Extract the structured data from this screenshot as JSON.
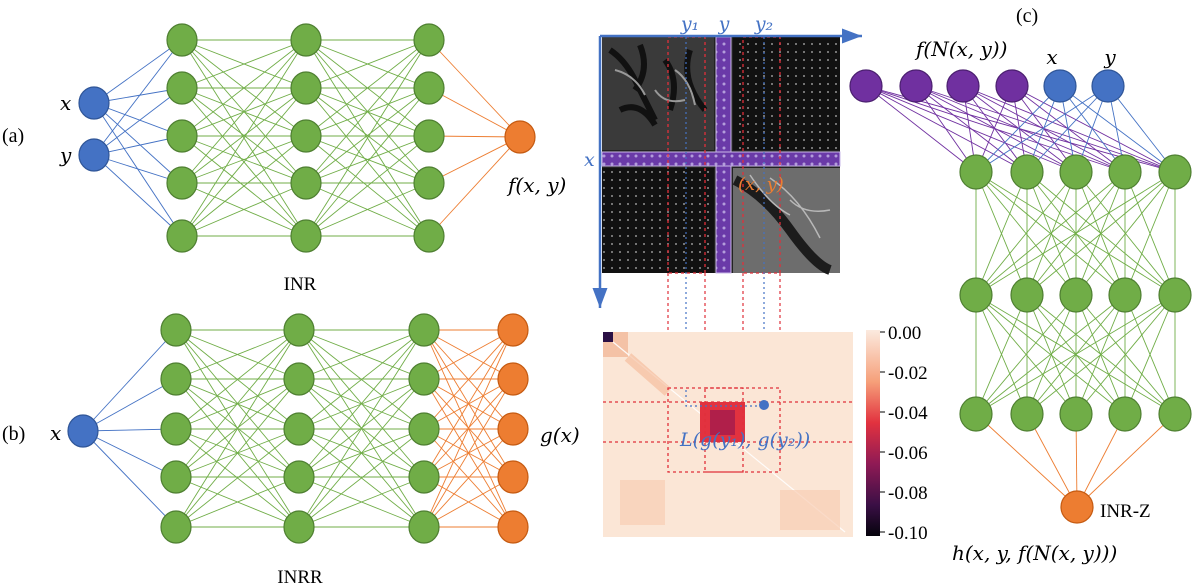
{
  "panels": {
    "a": {
      "tag": "(a)",
      "name": "INR",
      "inputs": [
        "x",
        "y"
      ],
      "output": "f(x, y)"
    },
    "b": {
      "tag": "(b)",
      "name": "INRR",
      "input": "x",
      "output": "g(x)"
    },
    "c": {
      "tag": "(c)",
      "name": "INR-Z",
      "input_group_label": "f(N(x, y))",
      "inputs": [
        "x",
        "y"
      ],
      "output": "h(x, y, f(N(x, y)))"
    }
  },
  "center": {
    "axis_labels": {
      "y1": "y₁",
      "y": "y",
      "y2": "y₂",
      "x": "x",
      "point": "(x, y)"
    },
    "loss_label": "L(g(y₁), g(y₂))",
    "colorbar_ticks": [
      "0.00",
      "-0.02",
      "-0.04",
      "-0.06",
      "-0.08",
      "-0.10"
    ]
  },
  "colors": {
    "green": "#70ad47",
    "blue": "#4472c4",
    "orange": "#ed7d31",
    "purple": "#7030a0",
    "red_dashed": "#e0303a"
  }
}
